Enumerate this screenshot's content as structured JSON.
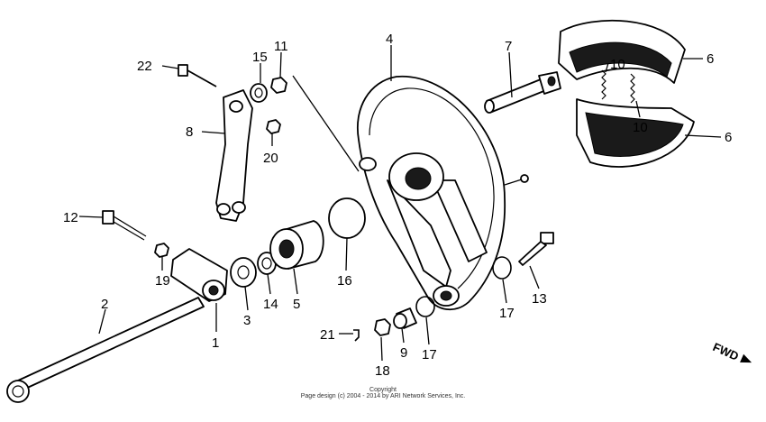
{
  "callouts": {
    "c1": "1",
    "c2": "2",
    "c3": "3",
    "c4": "4",
    "c5": "5",
    "c6a": "6",
    "c6b": "6",
    "c7": "7",
    "c8": "8",
    "c9": "9",
    "c10a": "10",
    "c10b": "10",
    "c11": "11",
    "c12": "12",
    "c13": "13",
    "c14": "14",
    "c15": "15",
    "c16": "16",
    "c17a": "17",
    "c17b": "17",
    "c18": "18",
    "c19": "19",
    "c20": "20",
    "c21": "21",
    "c22": "22"
  },
  "direction": {
    "label": "FWD"
  },
  "copyright": {
    "line1": "Copyright",
    "line2": "Page design (c) 2004 - 2014 by ARI Network Services, Inc."
  }
}
